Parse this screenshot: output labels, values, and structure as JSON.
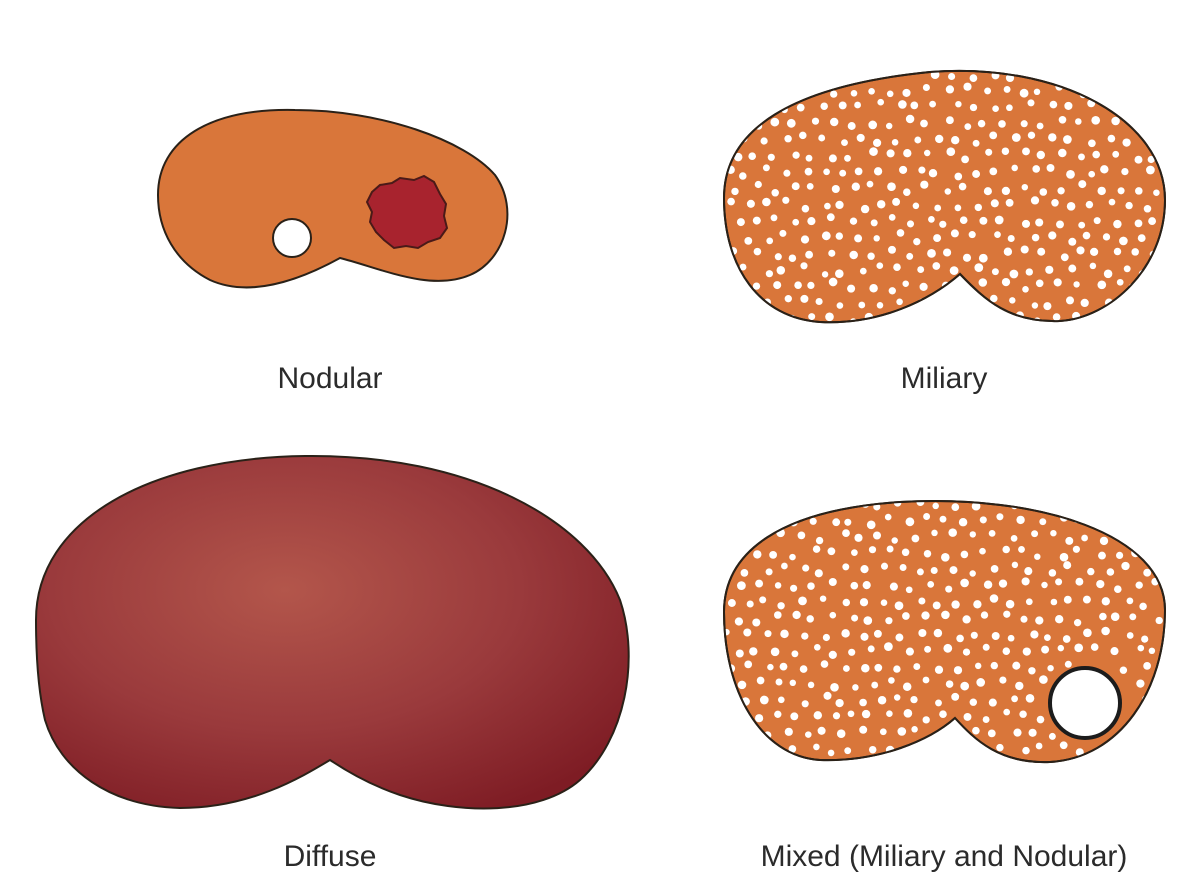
{
  "figure": {
    "panels": [
      {
        "label": "Nodular"
      },
      {
        "label": "Miliary"
      },
      {
        "label": "Diffuse"
      },
      {
        "label": "Mixed (Miliary and Nodular)"
      }
    ]
  },
  "colors": {
    "organ_fill": "#d9763a",
    "organ_outline": "#2a2118",
    "lesion_dark_red": "#a8232e",
    "diffuse_light": "#b3564b",
    "diffuse_dark": "#7e1c24",
    "miliary_dot": "#ffffff",
    "label_text": "#2b2b2b"
  }
}
